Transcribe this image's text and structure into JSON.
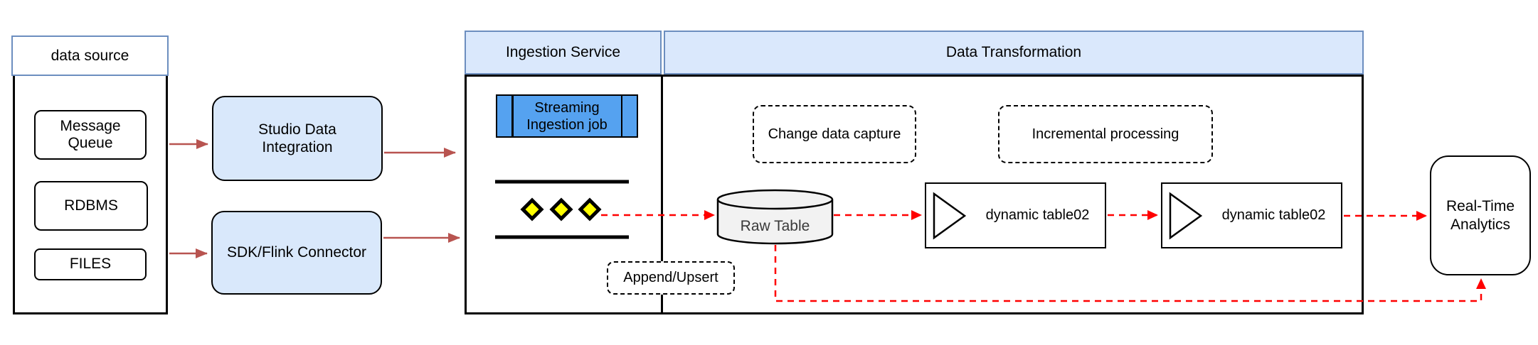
{
  "colors": {
    "band_fill": "#dae8fc",
    "band_border": "#6c8ebf",
    "light_blue_node_fill": "#d9e8fb",
    "job_node_fill": "#55a2f0",
    "arrow_solid": "#b85450",
    "arrow_dashed": "#ff0000",
    "cylinder_fill": "#f2f2f2",
    "diamond_fill": "#ffff00"
  },
  "data_source": {
    "title": "data source",
    "items": [
      {
        "label": "Message Queue"
      },
      {
        "label": "RDBMS"
      },
      {
        "label": "FILES"
      }
    ]
  },
  "connectors": {
    "studio_label": "Studio Data Integration",
    "sdk_label": "SDK/Flink Connector"
  },
  "ingestion": {
    "title": "Ingestion Service",
    "job_label": "Streaming Ingestion job",
    "append_label": "Append/Upsert"
  },
  "transformation": {
    "title": "Data Transformation",
    "cdc_label": "Change data capture",
    "incremental_label": "Incremental processing",
    "raw_table_label": "Raw Table",
    "dynamic_tables": [
      {
        "label": "dynamic table02"
      },
      {
        "label": "dynamic table02"
      }
    ]
  },
  "sink": {
    "label": "Real-Time Analytics"
  }
}
